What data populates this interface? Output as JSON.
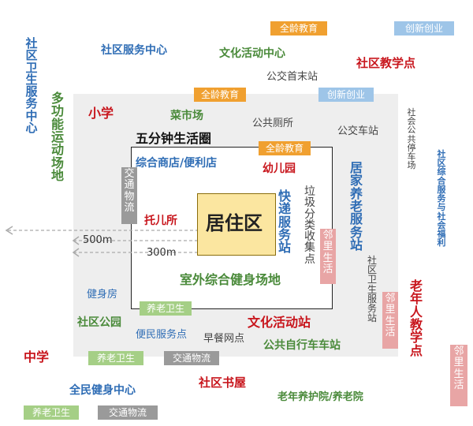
{
  "center": {
    "label": "居住区"
  },
  "circles": {
    "five_min": "五分钟生活圈",
    "dist_500": "500m",
    "dist_300": "300m"
  },
  "inner": {
    "shop": "综合商店/便利店",
    "kindergarten": "幼儿园",
    "daycare": "托儿所",
    "courier": "快递服务站",
    "garbage": "垃圾分类收集点",
    "fitness": "室外综合健身场地",
    "transit_v": "交通物流",
    "neighbor_v": "邻里生活",
    "edu_tag": "全龄教育"
  },
  "ten_min": {
    "primary": "小学",
    "market": "菜市场",
    "toilet": "公共厕所",
    "bus_stop": "公交车站",
    "home_care": "居家养老服务站",
    "health_v": "社区卫生服务站",
    "gym": "健身房",
    "park": "社区公园",
    "convenience": "便民服务点",
    "breakfast": "早餐网点",
    "culture_station": "文化活动站",
    "bike": "公共自行车车站",
    "elder_tag": "养老卫生",
    "edu_tag": "全龄教育",
    "innov_tag": "创新创业",
    "neighbor_v": "邻里生活",
    "transit_tag": "交通物流"
  },
  "fifteen_min": {
    "health_center_v": "社区卫生服务中心",
    "sports_v": "多功能运动场地",
    "service_center": "社区服务中心",
    "culture_center": "文化活动中心",
    "school_point": "社区教学点",
    "bus_terminal": "公交首末站",
    "parking_v": "社会公共停车场",
    "right_blue_v": "社区综合服务与社会福利",
    "elder_univ_v": "老年人教学点",
    "middle": "中学",
    "fitness_center": "全民健身中心",
    "library": "社区书屋",
    "nursing": "老年养护院/养老院",
    "edu_tag": "全龄教育",
    "innov_tag": "创新创业",
    "elder_tag": "养老卫生",
    "transit_tag": "交通物流",
    "neighbor_v": "邻里生活"
  },
  "colors": {
    "green": "#4a8a3a",
    "blue": "#2f6db5",
    "red": "#c8161d",
    "orange_tag": "#f0a030",
    "blue_tag": "#9ec5e8",
    "green_tag": "#a5cf86",
    "gray_tag": "#9a9a9a",
    "pink_tag": "#e8a5a5",
    "core_fill": "#fbe6a0"
  }
}
